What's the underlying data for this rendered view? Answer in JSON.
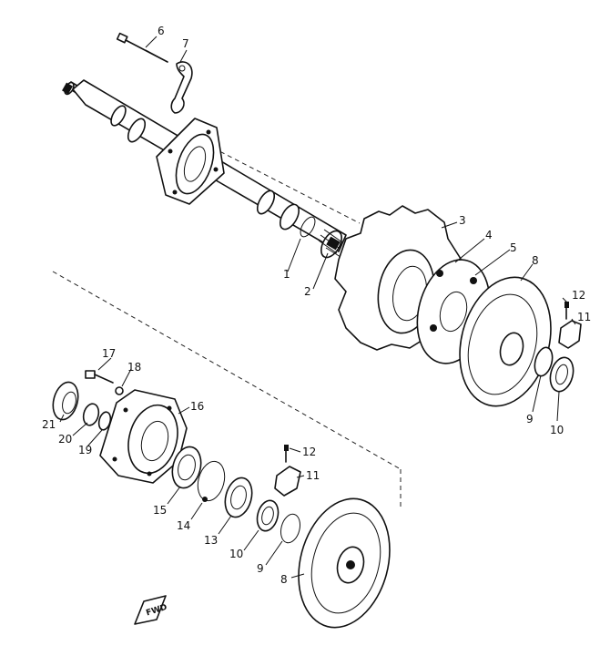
{
  "diagram": {
    "callouts": {
      "c1": "1",
      "c2": "2",
      "c3": "3",
      "c4": "4",
      "c5": "5",
      "c6": "6",
      "c7": "7",
      "c8a": "8",
      "c8b": "8",
      "c9a": "9",
      "c9b": "9",
      "c10a": "10",
      "c10b": "10",
      "c11a": "11",
      "c11b": "11",
      "c12a": "12",
      "c12b": "12",
      "c13": "13",
      "c14": "14",
      "c15": "15",
      "c16": "16",
      "c17": "17",
      "c18": "18",
      "c19": "19",
      "c20": "20",
      "c21": "21"
    },
    "fwd_label": "FWD"
  }
}
